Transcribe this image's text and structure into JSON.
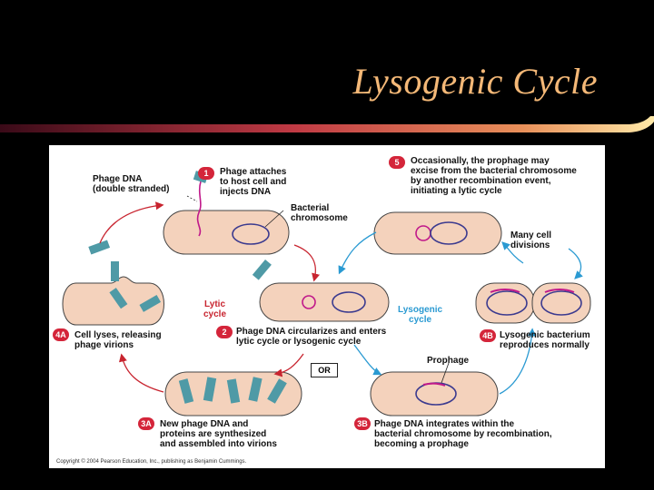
{
  "slide": {
    "title": "Lysogenic Cycle"
  },
  "figure": {
    "labels": {
      "phage_dna": "Phage DNA\n(double stranded)",
      "bacterial_chromosome": "Bacterial\nchromosome",
      "prophage": "Prophage",
      "many_divisions": "Many cell\ndivisions",
      "or": "OR"
    },
    "cycles": {
      "lytic": "Lytic\ncycle",
      "lysogenic": "Lysogenic\ncycle"
    },
    "steps": [
      {
        "num": "1",
        "text": "Phage attaches\nto host cell and\ninjects DNA"
      },
      {
        "num": "2",
        "text": "Phage DNA circularizes and enters\nlytic cycle or lysogenic cycle"
      },
      {
        "num": "3A",
        "text": "New phage DNA and\nproteins are synthesized\nand assembled into virions"
      },
      {
        "num": "4A",
        "text": "Cell lyses, releasing\nphage virions"
      },
      {
        "num": "3B",
        "text": "Phage DNA integrates within the\nbacterial chromosome by recombination,\nbecoming a prophage"
      },
      {
        "num": "4B",
        "text": "Lysogenic bacterium\nreproduces normally"
      },
      {
        "num": "5",
        "text": "Occasionally, the prophage may\nexcise from the bacterial chromosome\nby another recombination event,\ninitiating a lytic cycle"
      }
    ],
    "copyright": "Copyright © 2004 Pearson Education, Inc., publishing as Benjamin Cummings."
  },
  "colors": {
    "title": "#f4b877",
    "cell_fill": "#f4d2bc",
    "cell_stroke": "#444444",
    "chromosome": "#3b3a8f",
    "phage_dna": "#c0188a",
    "phage": "#4f9aa6",
    "lytic_arrow": "#c8242f",
    "lysogenic_arrow": "#2a9ad2",
    "step_badge": "#d4253a"
  }
}
